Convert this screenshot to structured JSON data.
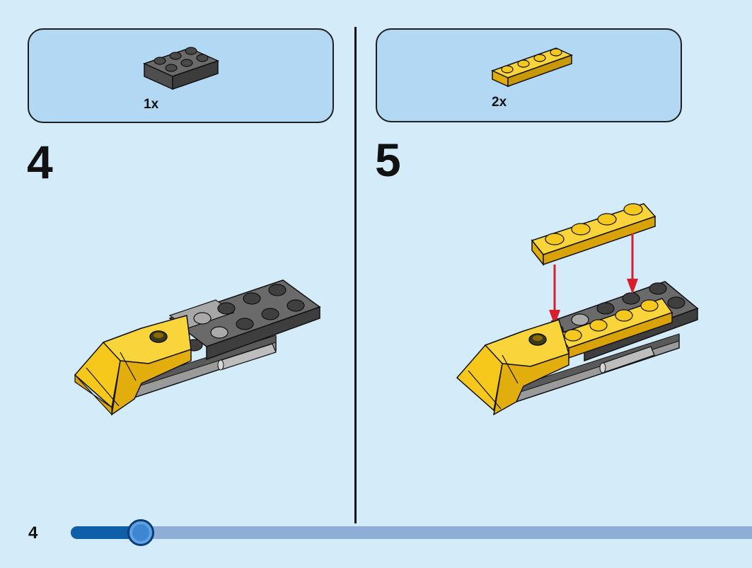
{
  "page": {
    "number": "4"
  },
  "progress": {
    "fraction": 0.1
  },
  "steps": [
    {
      "number": "4",
      "parts": [
        {
          "quantity": "1x",
          "part": "dark-gray-plate-2x3"
        }
      ]
    },
    {
      "number": "5",
      "parts": [
        {
          "quantity": "2x",
          "part": "yellow-plate-1x4"
        }
      ]
    }
  ],
  "colors": {
    "background": "#d4ebfa",
    "parts_box": "#b3d8f4",
    "yellow": "#f7c81c",
    "dark_gray": "#5a5a5a",
    "light_gray": "#9c9c9c",
    "arrow": "#d81e2c",
    "progress_fill": "#0e5fa8",
    "progress_track": "#8eaed8"
  }
}
